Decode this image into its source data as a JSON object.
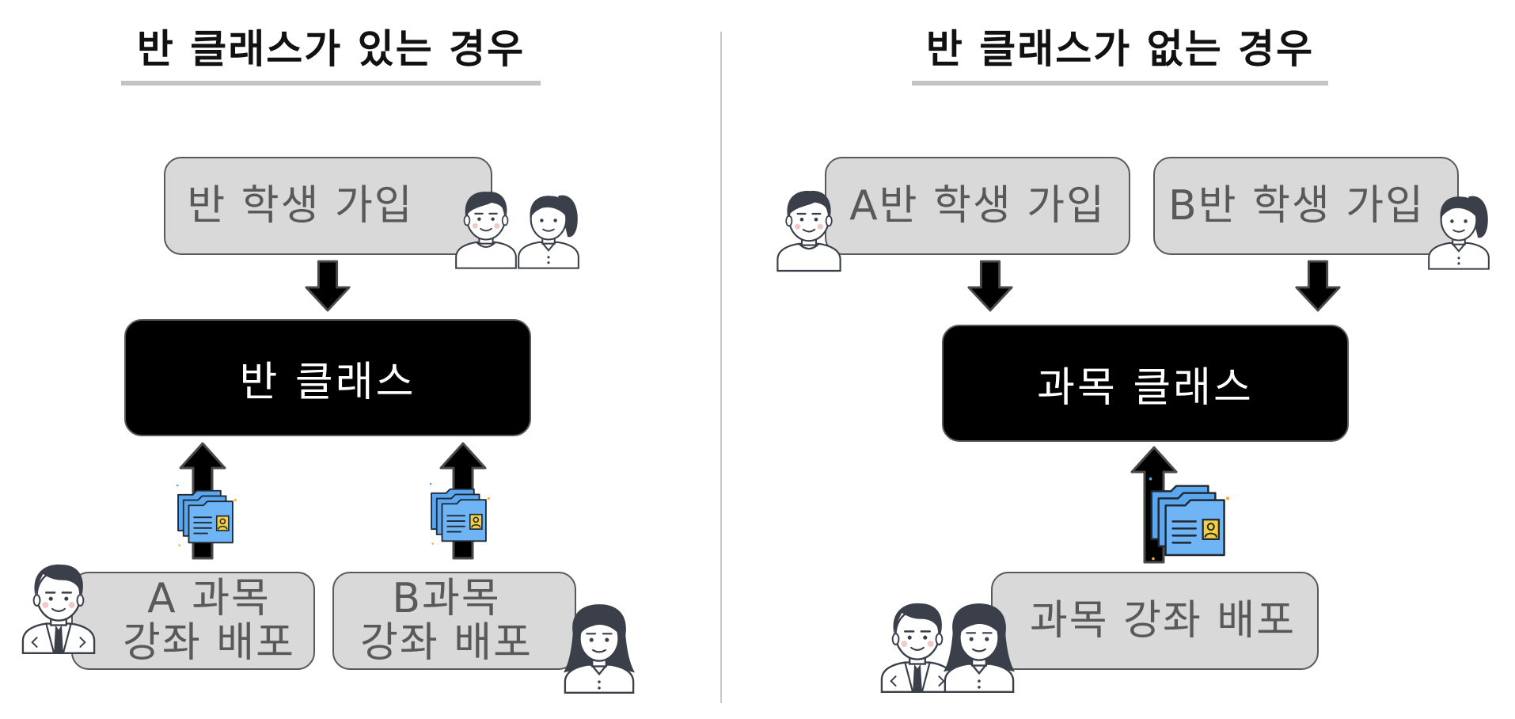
{
  "left_panel": {
    "title": "반 클래스가 있는 경우",
    "signup_box": "반 학생 가입",
    "class_box": "반 클래스",
    "course_a": {
      "line1": "A 과목",
      "line2": "강좌 배포"
    },
    "course_b": {
      "line1": "B과목",
      "line2": "강좌 배포"
    }
  },
  "right_panel": {
    "title": "반 클래스가 없는 경우",
    "signup_a": "A반 학생 가입",
    "signup_b": "B반 학생 가입",
    "class_box": "과목 클래스",
    "course": "과목 강좌 배포"
  },
  "colors": {
    "box_fill": "#d9d9d9",
    "box_border": "#595959",
    "box_text": "#595959",
    "class_fill": "#000000",
    "class_text": "#ffffff",
    "folder_blue": "#5aa7f0",
    "person_dark": "#3a3f4a"
  },
  "icons": [
    "arrow-down-icon",
    "arrow-up-icon",
    "folder-stack-icon",
    "student-boy-icon",
    "student-girl-icon",
    "teacher-man-icon",
    "teacher-woman-icon"
  ]
}
